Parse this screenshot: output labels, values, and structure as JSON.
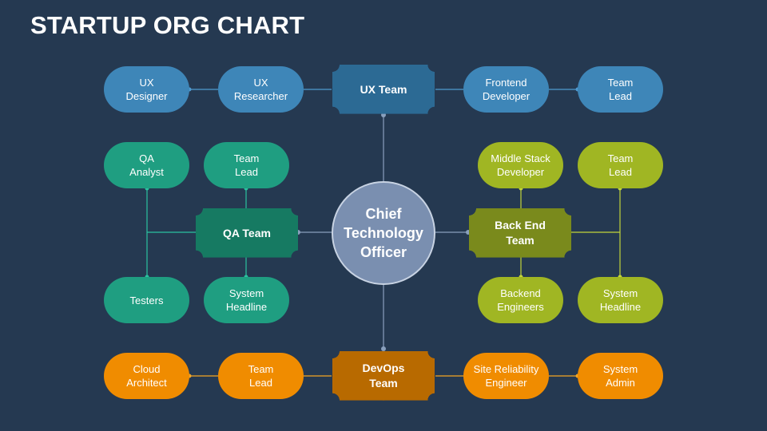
{
  "title": "STARTUP ORG CHART",
  "colors": {
    "background": "#253951",
    "ux": "#3e86b8",
    "qa": "#1f9e81",
    "backend": "#a0b623",
    "devops": "#f08c00",
    "cto": "#7a8fb0"
  },
  "cto": {
    "label": "Chief\nTechnology\nOfficer"
  },
  "ux": {
    "team": "UX Team",
    "ux_designer": "UX\nDesigner",
    "ux_researcher": "UX\nResearcher",
    "frontend_developer": "Frontend\nDeveloper",
    "team_lead": "Team\nLead"
  },
  "qa": {
    "team": "QA Team",
    "qa_analyst": "QA\nAnalyst",
    "team_lead": "Team\nLead",
    "testers": "Testers",
    "system_headline": "System\nHeadline"
  },
  "backend": {
    "team": "Back End\nTeam",
    "middle_stack": "Middle Stack\nDeveloper",
    "team_lead": "Team\nLead",
    "backend_engineers": "Backend\nEngineers",
    "system_headline": "System\nHeadline"
  },
  "devops": {
    "team": "DevOps\nTeam",
    "cloud_architect": "Cloud\nArchitect",
    "team_lead": "Team\nLead",
    "sre": "Site Reliability\nEngineer",
    "system_admin": "System\nAdmin"
  }
}
